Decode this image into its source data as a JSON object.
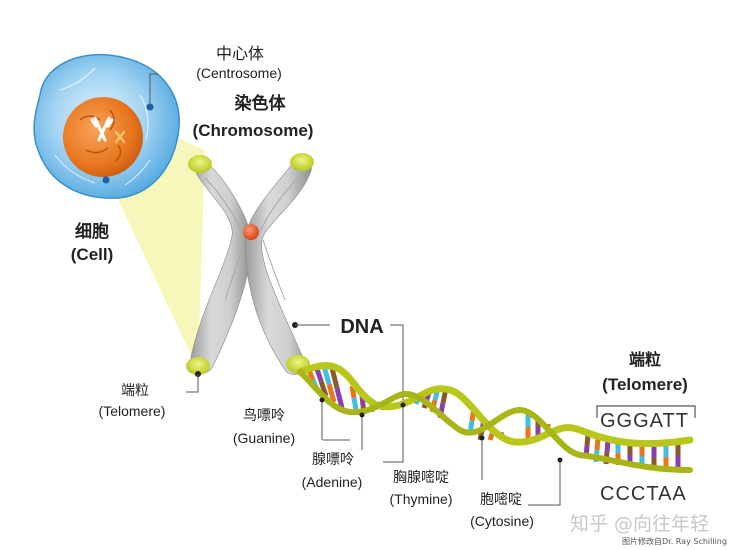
{
  "labels": {
    "centrosome": {
      "cn": "中心体",
      "en": "(Centrosome)"
    },
    "chromosome": {
      "cn": "染色体",
      "en": "(Chromosome)"
    },
    "cell": {
      "cn": "细胞",
      "en": "(Cell)"
    },
    "telomere_left": {
      "cn": "端粒",
      "en": "(Telomere)"
    },
    "dna": "DNA",
    "guanine": {
      "cn": "鸟嘌呤",
      "en": "(Guanine)"
    },
    "adenine": {
      "cn": "腺嘌呤",
      "en": "(Adenine)"
    },
    "thymine": {
      "cn": "胸腺嘧啶",
      "en": "(Thymine)"
    },
    "cytosine": {
      "cn": "胞嘧啶",
      "en": "(Cytosine)"
    },
    "telomere_right": {
      "cn": "端粒",
      "en": "(Telomere)"
    }
  },
  "sequence": {
    "top": "GGGATT",
    "bottom": "CCCTAA"
  },
  "watermark": "知乎 @向往年轻",
  "credit": "图片修改自Dr. Ray Schilling",
  "colors": {
    "cell_body": "#5fb3e8",
    "nucleus": "#e8761e",
    "chromosome": "#bfbfbf",
    "telomere_cap": "#c9d81c",
    "centromere": "#e8521e",
    "backbone": "#b9c61a",
    "base_orange": "#e8761e",
    "base_purple": "#8a3fb0",
    "base_cyan": "#3fc0e0",
    "base_brown": "#8a5a2a",
    "projection": "#f6f6b4"
  }
}
